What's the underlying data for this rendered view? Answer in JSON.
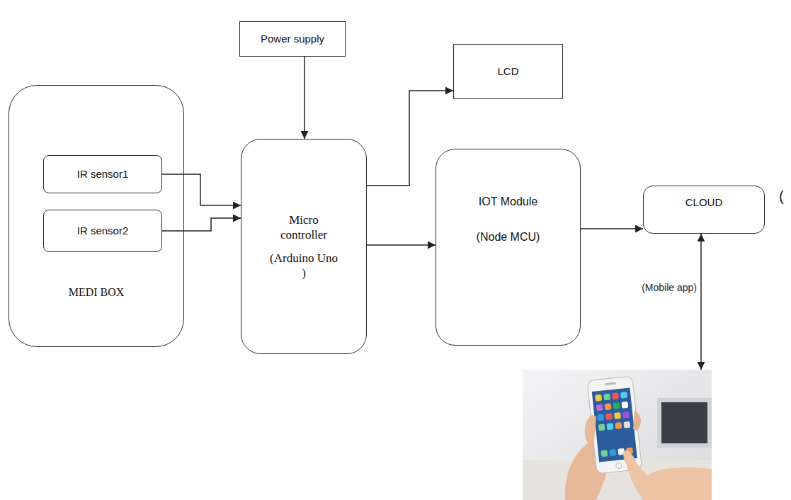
{
  "diagram": {
    "nodes": [
      {
        "text": [
          "MEDI BOX"
        ]
      },
      {
        "text": [
          "IR sensor1"
        ],
        "in": 0
      },
      {
        "text": [
          "IR sensor2"
        ],
        "in": 0
      },
      {
        "text": [
          "Power supply"
        ]
      },
      {
        "text": [
          "Micro controller",
          "(Arduino Uno )"
        ]
      },
      {
        "text": [
          "LCD"
        ]
      },
      {
        "text": [
          "IOT Module",
          "(Node MCU)"
        ]
      },
      {
        "text": [
          "CLOUD"
        ]
      },
      {
        "text": [
          "(Mobile app)"
        ]
      }
    ],
    "edges": [
      {
        "from": 1,
        "to": 4,
        "arrow": "to"
      },
      {
        "from": 2,
        "to": 4,
        "arrow": "to"
      },
      {
        "from": 3,
        "to": 4,
        "arrow": "to"
      },
      {
        "from": 4,
        "to": 5,
        "arrow": "to"
      },
      {
        "from": 4,
        "to": 6,
        "arrow": "to"
      },
      {
        "from": 6,
        "to": 7,
        "arrow": "to"
      },
      {
        "from": 7,
        "to": 8,
        "arrow": "both"
      }
    ],
    "labels": [
      "("
    ]
  }
}
